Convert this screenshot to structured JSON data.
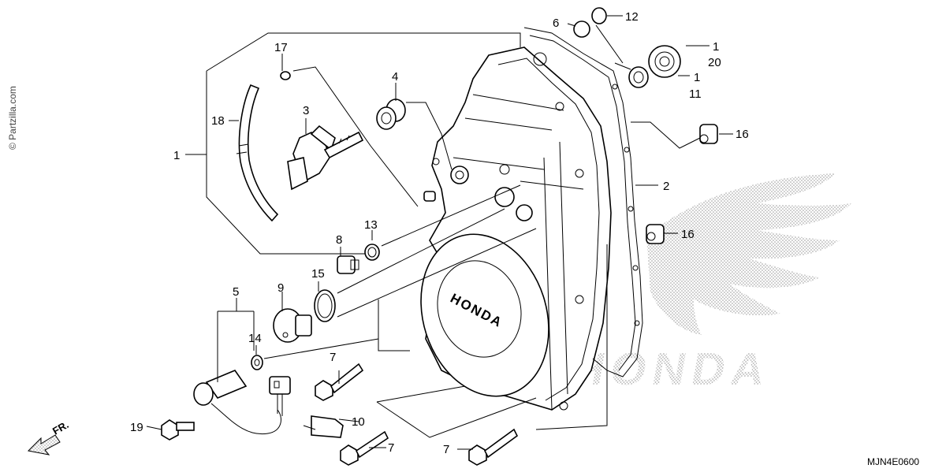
{
  "diagram": {
    "code": "MJN4E0600",
    "watermark": "© Partzilla.com",
    "logo_text": "HONDA",
    "cover_emblem": "HONDA",
    "direction_label": "FR.",
    "callouts": [
      "1",
      "2",
      "3",
      "4",
      "5",
      "6",
      "7",
      "8",
      "9",
      "10",
      "11",
      "12",
      "13",
      "14",
      "15",
      "16",
      "17",
      "18",
      "19",
      "20"
    ],
    "callout_labels": {
      "c1_left": "1",
      "c1_right_a": "1",
      "c20": "20",
      "c1_right_b": "1",
      "c11": "11",
      "c2": "2",
      "c3": "3",
      "c4": "4",
      "c5": "5",
      "c6": "6",
      "c7_a": "7",
      "c7_b": "7",
      "c7_c": "7",
      "c8": "8",
      "c9": "9",
      "c10": "10",
      "c12": "12",
      "c13": "13",
      "c14": "14",
      "c15": "15",
      "c16_a": "16",
      "c16_b": "16",
      "c17": "17",
      "c18": "18",
      "c19": "19"
    }
  }
}
